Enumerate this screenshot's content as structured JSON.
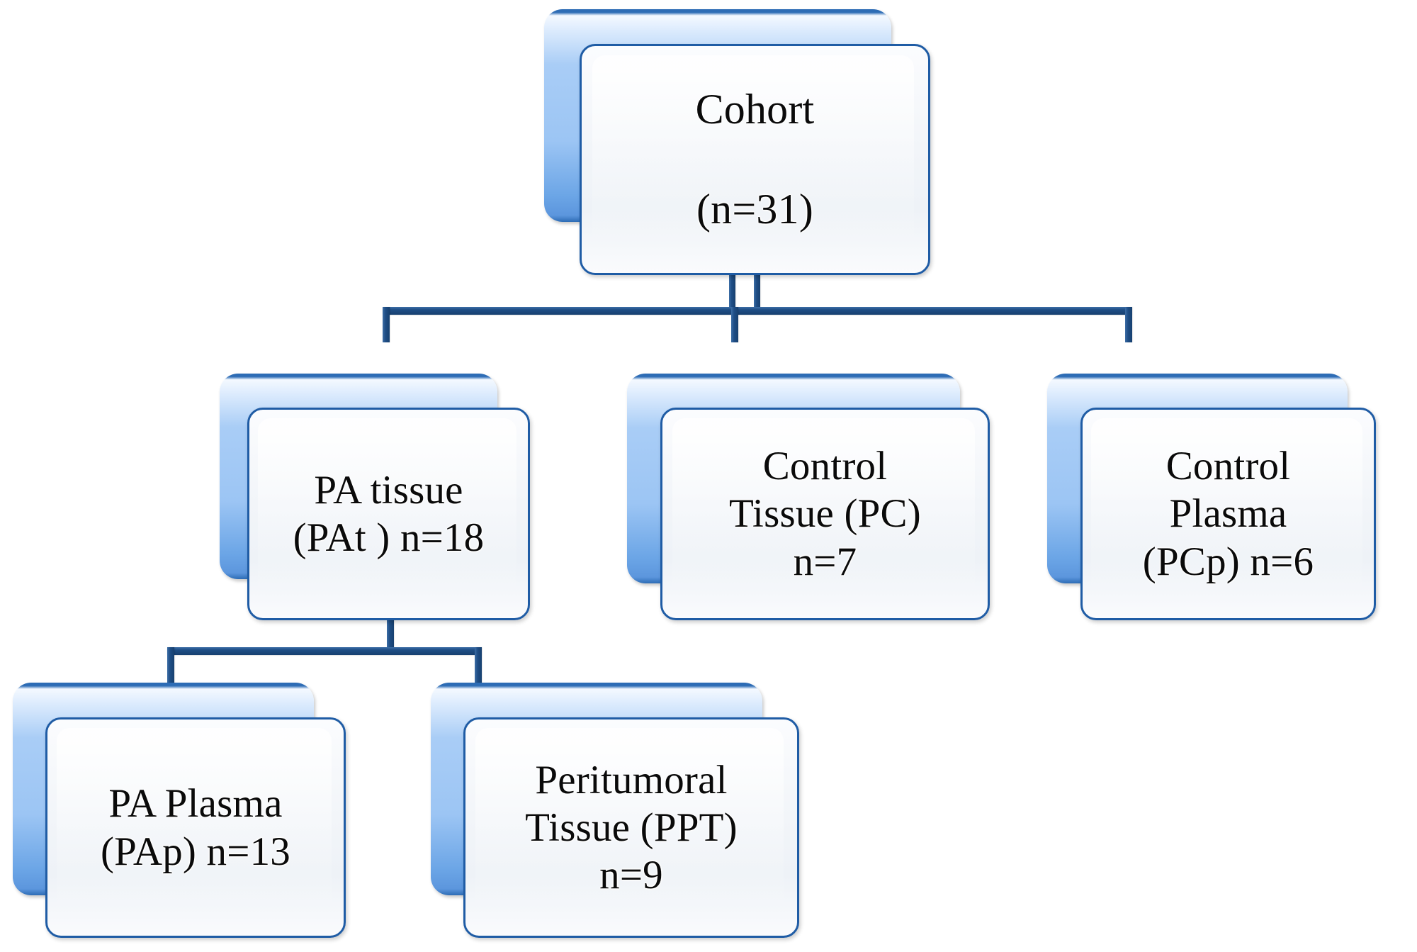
{
  "diagram": {
    "title": "Cohort sample distribution flowchart",
    "colors": {
      "card_blue_light": "#a9cdf6",
      "card_blue_mid": "#6ba5e6",
      "card_border_blue": "#1f5ca5",
      "connector_blue": "#1f4e86",
      "card_face": "#f2f5f9",
      "text": "#0a0a0a",
      "background": "#ffffff"
    },
    "nodes": [
      {
        "id": "cohort",
        "label": "Cohort\n\n(n=31)",
        "name": "Cohort",
        "count": 31,
        "font_size": 60,
        "level": 0
      },
      {
        "id": "pa-tissue",
        "label": "PA tissue\n(PAt ) n=18",
        "name": "PA tissue",
        "abbreviation": "PAt",
        "count": 18,
        "font_size": 57,
        "level": 1
      },
      {
        "id": "control-tissue",
        "label": "Control\nTissue (PC)\nn=7",
        "name": "Control Tissue",
        "abbreviation": "PC",
        "count": 7,
        "font_size": 57,
        "level": 1
      },
      {
        "id": "control-plasma",
        "label": "Control\nPlasma\n(PCp) n=6",
        "name": "Control Plasma",
        "abbreviation": "PCp",
        "count": 6,
        "font_size": 57,
        "level": 1
      },
      {
        "id": "pa-plasma",
        "label": "PA Plasma\n(PAp) n=13",
        "name": "PA Plasma",
        "abbreviation": "PAp",
        "count": 13,
        "font_size": 57,
        "level": 2
      },
      {
        "id": "peritumoral-tissue",
        "label": "Peritumoral\nTissue (PPT)\nn=9",
        "name": "Peritumoral Tissue",
        "abbreviation": "PPT",
        "count": 9,
        "font_size": 57,
        "level": 2
      }
    ],
    "edges": [
      {
        "from": "cohort",
        "to": "pa-tissue"
      },
      {
        "from": "cohort",
        "to": "control-tissue"
      },
      {
        "from": "cohort",
        "to": "control-plasma"
      },
      {
        "from": "pa-tissue",
        "to": "pa-plasma"
      },
      {
        "from": "pa-tissue",
        "to": "peritumoral-tissue"
      }
    ]
  }
}
